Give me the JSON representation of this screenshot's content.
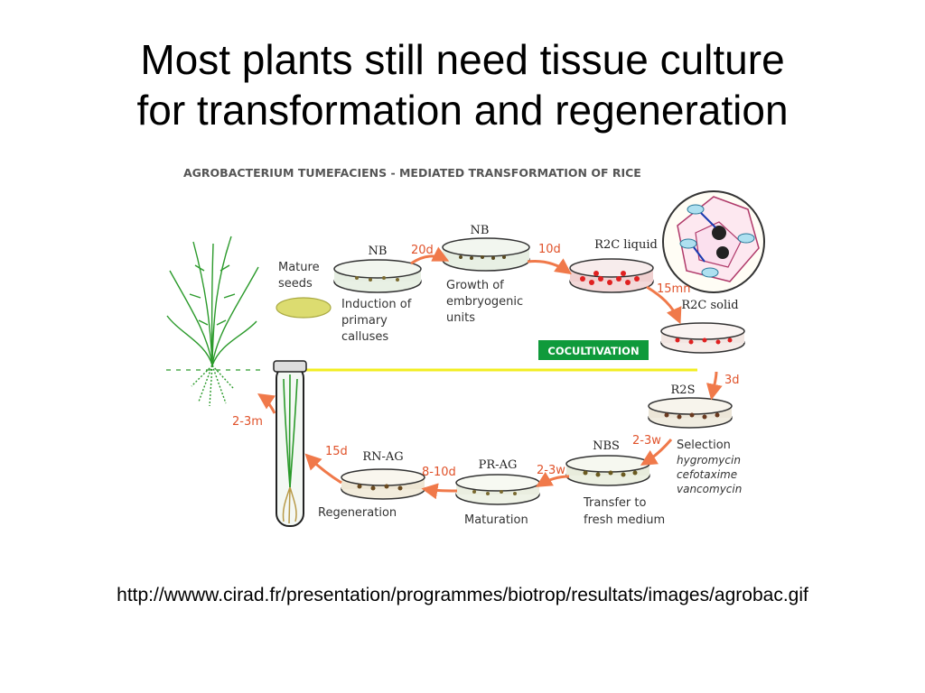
{
  "slide": {
    "title_line1": "Most plants still need tissue culture",
    "title_line2": "for transformation and regeneration",
    "url": "http://wwww.cirad.fr/presentation/programmes/biotrop/resultats/images/agrobac.gif"
  },
  "diagram": {
    "header": "AGROBACTERIUM TUMEFACIENS - MEDIATED TRANSFORMATION OF RICE",
    "cocultivation": "COCULTIVATION",
    "dishes": {
      "nb1": "NB",
      "nb2": "NB",
      "r2c_liquid": "R2C liquid",
      "r2c_solid": "R2C solid",
      "r2s": "R2S",
      "nbs": "NBS",
      "pr_ag": "PR-AG",
      "rn_ag": "RN-AG"
    },
    "durations": {
      "d1": "20d",
      "d2": "10d",
      "d3": "15mn",
      "d4": "3d",
      "d5": "2-3w",
      "d6": "2-3w",
      "d7": "8-10d",
      "d8": "15d",
      "d9": "2-3m"
    },
    "labels": {
      "mature_1": "Mature",
      "mature_2": "seeds",
      "induction_1": "Induction of",
      "induction_2": "primary",
      "induction_3": "calluses",
      "growth_1": "Growth of",
      "growth_2": "embryogenic",
      "growth_3": "units",
      "selection": "Selection",
      "hygromycin": "hygromycin",
      "cefotaxime": "cefotaxime",
      "vancomycin": "vancomycin",
      "transfer_1": "Transfer to",
      "transfer_2": "fresh medium",
      "maturation": "Maturation",
      "regeneration": "Regeneration"
    },
    "colors": {
      "arrow": "#f0794a",
      "cocultivation_bg": "#0f9a3b",
      "plant": "#2b9a2b",
      "yellow_line": "#f2ee20",
      "red_callus": "#e02020"
    }
  }
}
